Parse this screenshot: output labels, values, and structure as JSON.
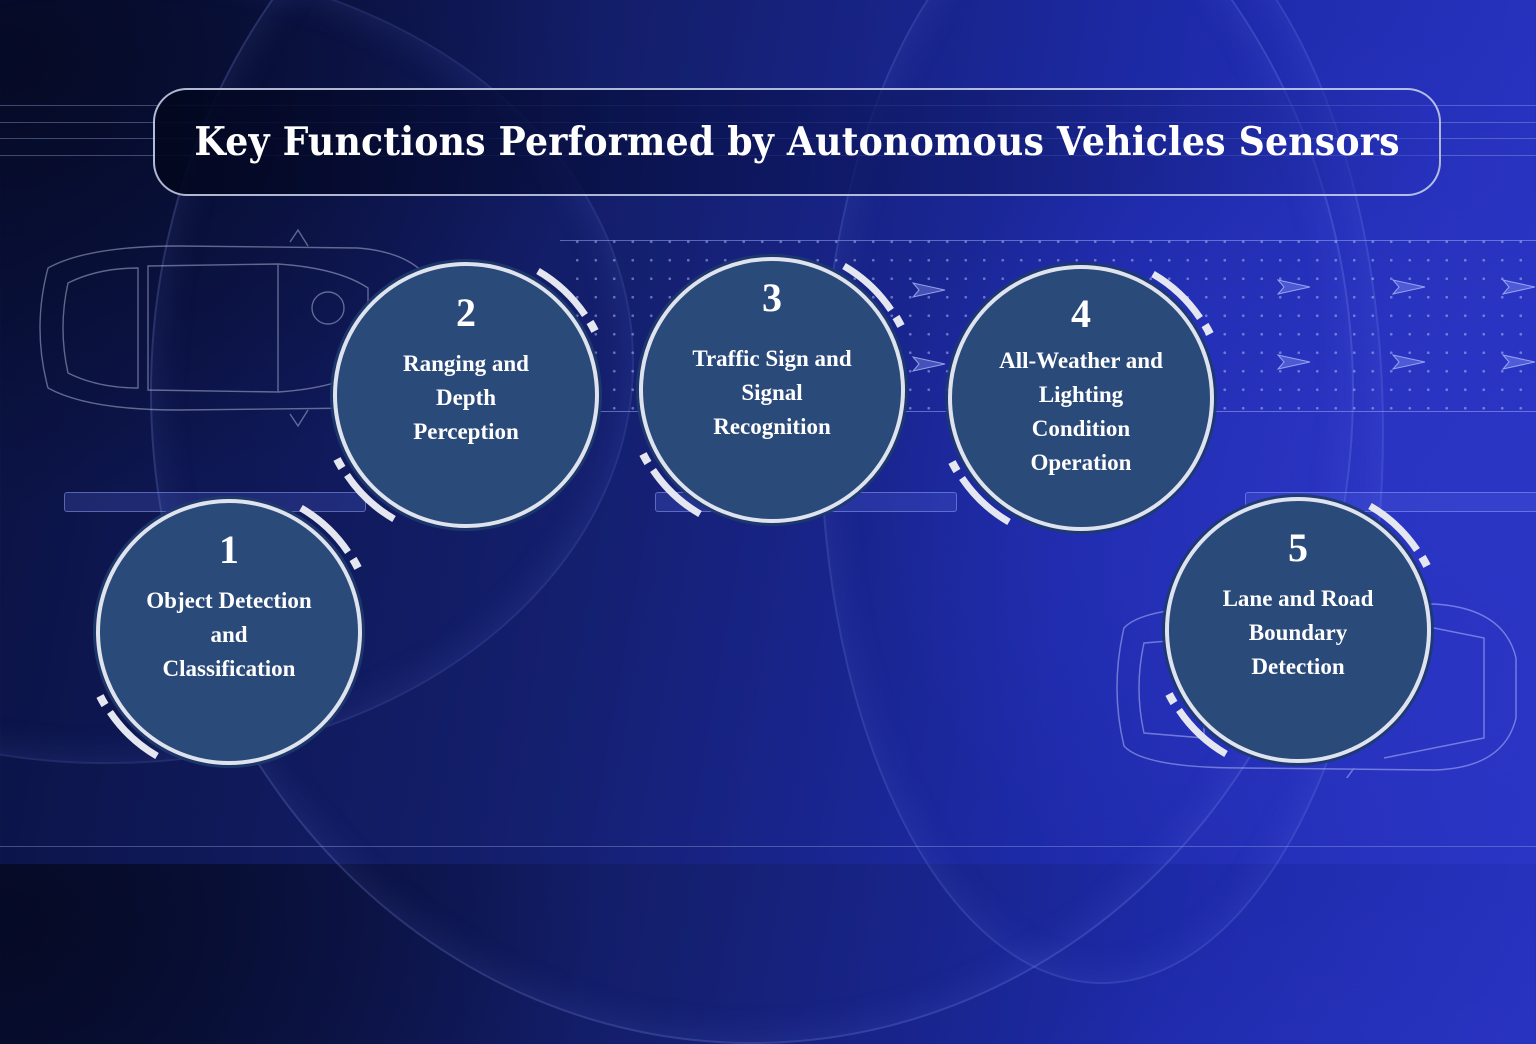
{
  "title": "Key Functions Performed by Autonomous Vehicles Sensors",
  "colors": {
    "node_fill": "#2a4a7a",
    "node_ring": "#dfe3ee",
    "node_halo": "#1e3a6b",
    "accent_arc": "#e4e7f0",
    "bg_dark": "#0a1240",
    "bg_bright": "#2a35c6"
  },
  "functions": [
    {
      "number": "1",
      "label": "Object Detection and Classification",
      "lines": [
        "Object Detection",
        "and",
        "Classification"
      ]
    },
    {
      "number": "2",
      "label": "Ranging and Depth Perception",
      "lines": [
        "Ranging and",
        "Depth",
        "Perception"
      ]
    },
    {
      "number": "3",
      "label": "Traffic Sign and Signal Recognition",
      "lines": [
        "Traffic Sign and",
        "Signal",
        "Recognition"
      ]
    },
    {
      "number": "4",
      "label": "All-Weather and Lighting Condition Operation",
      "lines": [
        "All-Weather and",
        "Lighting",
        "Condition",
        "Operation"
      ]
    },
    {
      "number": "5",
      "label": "Lane and Road Boundary Detection",
      "lines": [
        "Lane and Road",
        "Boundary",
        "Detection"
      ]
    }
  ],
  "decor": {
    "background_icons": [
      "car-topview-icon",
      "car-topview-icon",
      "arrow-head-icon"
    ]
  }
}
